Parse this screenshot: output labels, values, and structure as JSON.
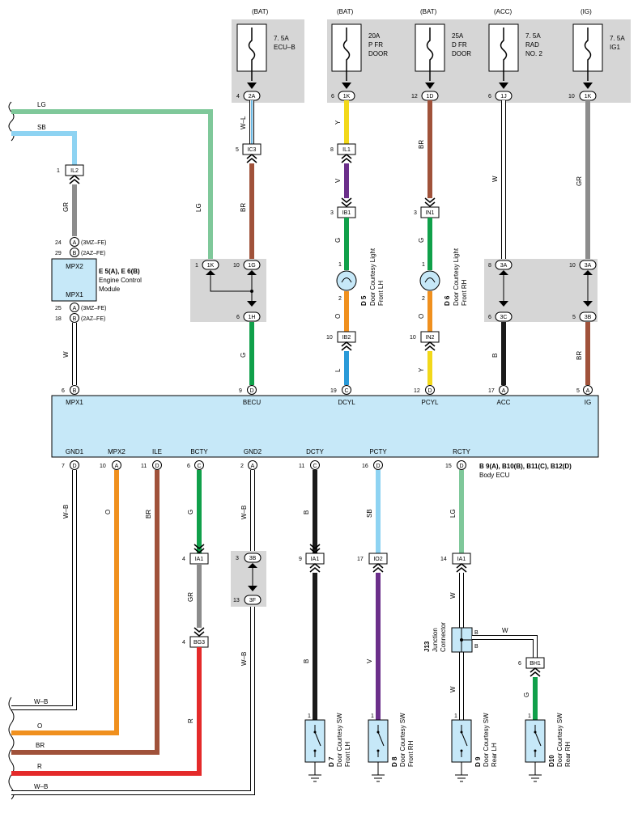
{
  "fuses": [
    {
      "source": "(BAT)",
      "rating": "7. 5A",
      "name": "ECU–B",
      "pin": "4",
      "connector": "2A"
    },
    {
      "source": "(BAT)",
      "rating": "20A",
      "name": "P FR",
      "name2": "DOOR",
      "pin": "6",
      "connector": "1K"
    },
    {
      "source": "(BAT)",
      "rating": "25A",
      "name": "D FR",
      "name2": "DOOR",
      "pin": "12",
      "connector": "1D"
    },
    {
      "source": "(ACC)",
      "rating": "7. 5A",
      "name": "RAD",
      "name2": "NO. 2",
      "pin": "6",
      "connector": "1J"
    },
    {
      "source": "(IG)",
      "rating": "7. 5A",
      "name": "IG1",
      "pin": "10",
      "connector": "1K"
    }
  ],
  "left_wires": {
    "lg": "LG",
    "sb": "SB",
    "wb1": "W–B",
    "o": "O",
    "br": "BR",
    "r": "R",
    "wb2": "W–B"
  },
  "ecm": {
    "conn_pin": "1",
    "conn": "IL2",
    "wire_gr": "GR",
    "p1": "24",
    "p1c": "A",
    "p1n": "(3MZ–FE)",
    "p2": "29",
    "p2c": "B",
    "p2n": "(2AZ–FE)",
    "label_mpx2": "MPX2",
    "label_mpx1": "MPX1",
    "ref": "E 5(A), E 6(B)",
    "name1": "Engine Control",
    "name2": "Module",
    "p3": "25",
    "p3c": "A",
    "p3n": "(3MZ–FE)",
    "p4": "18",
    "p4c": "B",
    "p4n": "(2AZ–FE)",
    "wire_w": "W",
    "ecu_pin": "6",
    "ecu_conn": "B"
  },
  "becu_path": {
    "wire_wl": "W–L",
    "ic3_pin": "5",
    "ic3": "IC3",
    "wire_br": "BR",
    "jb_pin1": "1",
    "jb_1k": "1K",
    "jb_pin10": "10",
    "jb_1g": "1G",
    "jb_pin6": "6",
    "jb_1h": "1H",
    "wire_g": "G",
    "wire_lg": "LG",
    "ecu_pin": "9",
    "ecu_conn": "D"
  },
  "dcyl_path": {
    "wire_y": "Y",
    "il1_pin": "8",
    "il1": "IL1",
    "wire_v": "V",
    "ib1_pin": "3",
    "ib1": "IB1",
    "wire_g": "G",
    "lamp_p1": "1",
    "lamp_p2": "2",
    "ref": "D 5",
    "name1": "Door Courtesy Light",
    "name2": "Front LH",
    "wire_o": "O",
    "ib2_pin": "10",
    "ib2": "IB2",
    "wire_l": "L",
    "ecu_pin": "19",
    "ecu_conn": "C"
  },
  "pcyl_path": {
    "wire_br": "BR",
    "in1_pin": "3",
    "in1": "IN1",
    "wire_g": "G",
    "lamp_p1": "1",
    "lamp_p2": "2",
    "ref": "D 6",
    "name1": "Door Courtesy Light",
    "name2": "Front RH",
    "wire_o": "O",
    "in2_pin": "10",
    "in2": "IN2",
    "wire_y": "Y",
    "ecu_pin": "12",
    "ecu_conn": "D"
  },
  "acc_path": {
    "wire_w": "W",
    "j_pin1": "8",
    "j_c1": "3A",
    "j_pin2": "6",
    "j_c2": "3C",
    "wire_b": "B",
    "ecu_pin": "17",
    "ecu_conn": "A"
  },
  "ig_path": {
    "wire_gr": "GR",
    "j_pin1": "10",
    "j_c1": "3A",
    "j_pin2": "5",
    "j_c2": "3B",
    "wire_br": "BR",
    "ecu_pin": "5",
    "ecu_conn": "A"
  },
  "body_ecu": {
    "top": [
      "MPX1",
      "BECU",
      "DCYL",
      "PCYL",
      "ACC",
      "IG"
    ],
    "bottom": [
      "GND1",
      "MPX2",
      "ILE",
      "BCTY",
      "GND2",
      "DCTY",
      "PCTY",
      "RCTY"
    ],
    "ref": "B 9(A), B10(B), B11(C), B12(D)",
    "name": "Body ECU"
  },
  "bottom_pins": [
    {
      "pin": "7",
      "conn": "D"
    },
    {
      "pin": "10",
      "conn": "A"
    },
    {
      "pin": "11",
      "conn": "D"
    },
    {
      "pin": "6",
      "conn": "C"
    },
    {
      "pin": "2",
      "conn": "A"
    },
    {
      "pin": "11",
      "conn": "C"
    },
    {
      "pin": "16",
      "conn": "D"
    },
    {
      "pin": "15",
      "conn": "D"
    }
  ],
  "bottom_wires": {
    "gnd1": "W–B",
    "mpx2": "O",
    "ile": "BR",
    "bcty_g": "G",
    "bcty_ia1_pin": "4",
    "bcty_ia1": "IA1",
    "bcty_gr": "GR",
    "bcty_bg3_pin": "4",
    "bcty_bg3": "BG3",
    "bcty_r": "R",
    "gnd2_wb": "W–B",
    "gnd2_j1_pin": "3",
    "gnd2_j1": "3B",
    "gnd2_j2_pin": "13",
    "gnd2_j2": "3F",
    "gnd2_wb2": "W–B",
    "dcty_b": "B",
    "dcty_ia1_pin": "9",
    "dcty_ia1": "IA1",
    "dcty_b2": "B",
    "pcty_sb": "SB",
    "pcty_io2_pin": "17",
    "pcty_io2": "IO2",
    "pcty_v": "V",
    "rcty_lg": "LG",
    "rcty_ia1_pin": "14",
    "rcty_ia1": "IA1",
    "rcty_w": "W",
    "rcty_w2": "W",
    "j13_b1": "B",
    "j13_b2": "B",
    "j13_w": "W",
    "j13_ref": "J13",
    "j13_name1": "Junction",
    "j13_name2": "Connector",
    "bh1_pin": "6",
    "bh1": "BH1",
    "d10_g": "G"
  },
  "switches": [
    {
      "pin": "1",
      "ref": "D 7",
      "name1": "Door Courtesy SW",
      "name2": "Front LH"
    },
    {
      "pin": "1",
      "ref": "D 8",
      "name1": "Door Courtesy SW",
      "name2": "Front RH"
    },
    {
      "pin": "1",
      "ref": "D 9",
      "name1": "Door Courtesy SW",
      "name2": "Rear LH"
    },
    {
      "pin": "1",
      "ref": "D10",
      "name1": "Door Courtesy SW",
      "name2": "Rear RH"
    }
  ],
  "colors": {
    "LG": "#7fc89a",
    "SB": "#8ed3f2",
    "GR": "#8c8c8c",
    "BR": "#a0523a",
    "G": "#10a04a",
    "Y": "#f2d81a",
    "V": "#6b2f8a",
    "O": "#f0901e",
    "L": "#2a9ad8",
    "B": "#1a1a1a",
    "R": "#e42a2a",
    "W": "#ffffff",
    "ecu_fill": "#c6e8f8",
    "junction_bg": "#d6d6d6"
  }
}
